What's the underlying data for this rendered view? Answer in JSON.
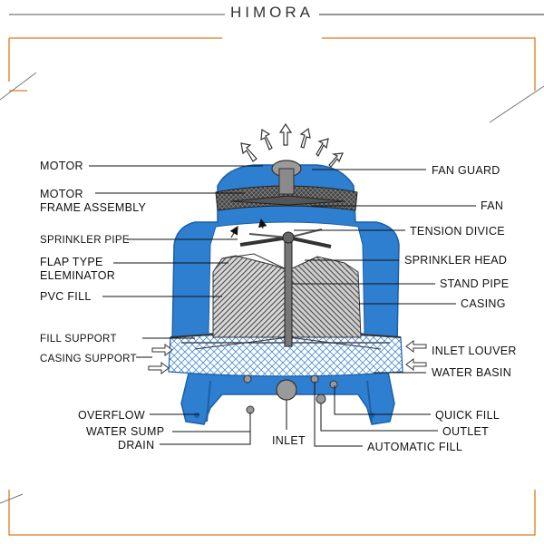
{
  "brand": "HIMORA",
  "colors": {
    "frame": "#e07a1c",
    "shell": "#2f7fd0",
    "shell_dark": "#1c5fa8",
    "fill_pattern": "#555555",
    "line": "#111111"
  },
  "labels_left": {
    "motor": "MOTOR",
    "motor_frame_1": "MOTOR",
    "motor_frame_2": "FRAME ASSEMBLY",
    "sprinkler_pipe": "SPRINKLER PIPE",
    "flap_1": "FLAP TYPE",
    "flap_2": "ELEMINATOR",
    "pvc_fill": "PVC FILL",
    "fill_support": "FILL SUPPORT",
    "casing_support": "CASING SUPPORT",
    "overflow": "OVERFLOW",
    "water_sump": "WATER SUMP",
    "drain": "DRAIN"
  },
  "labels_right": {
    "fan_guard": "FAN GUARD",
    "fan": "FAN",
    "tension_device": "TENSION DIVICE",
    "sprinkler_head": "SPRINKLER HEAD",
    "stand_pipe": "STAND PIPE",
    "casing": "CASING",
    "inlet_louver": "INLET LOUVER",
    "water_basin": "WATER BASIN",
    "quick_fill": "QUICK FILL",
    "outlet": "OUTLET",
    "automatic_fill": "AUTOMATIC FILL"
  },
  "labels_bottom": {
    "inlet": "INLET"
  }
}
